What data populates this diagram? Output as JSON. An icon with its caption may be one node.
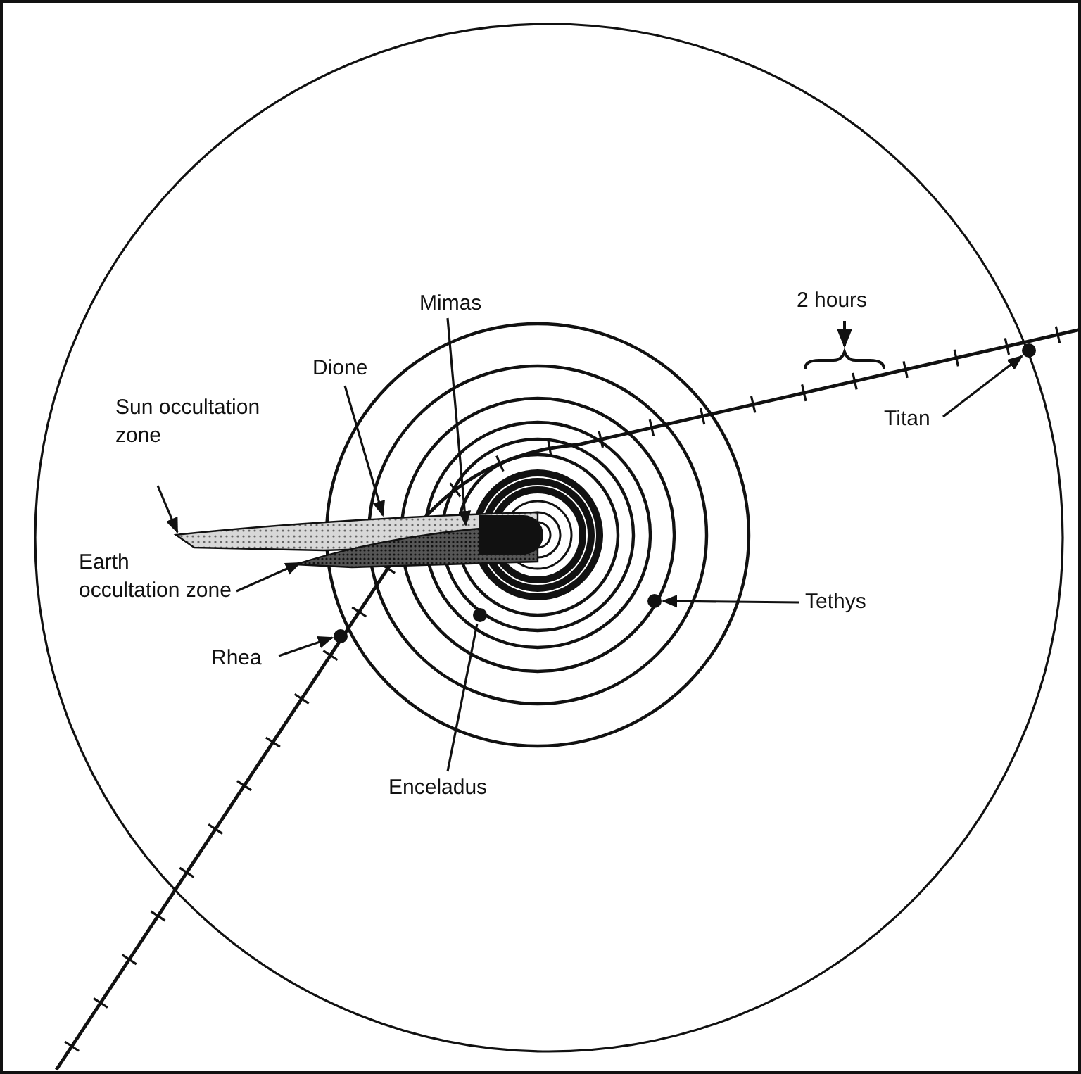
{
  "diagram": {
    "nodes": [
      {
        "text": [
          "Mimas"
        ]
      },
      {
        "text": [
          "Dione"
        ]
      },
      {
        "text": [
          "Sun occultation zone"
        ]
      },
      {
        "text": [
          "Earth occultation zone"
        ]
      },
      {
        "text": [
          "Rhea"
        ]
      },
      {
        "text": [
          "Enceladus"
        ]
      },
      {
        "text": [
          "Tethys"
        ]
      },
      {
        "text": [
          "Titan"
        ]
      },
      {
        "text": [],
        "shape": "wedge"
      },
      {
        "text": [],
        "shape": "wedge"
      },
      {
        "text": [],
        "shape": "circle"
      },
      {
        "text": [],
        "shape": "circle"
      },
      {
        "text": [],
        "shape": "circle"
      },
      {
        "text": [],
        "shape": "circle"
      }
    ],
    "edges": [
      {
        "from": 0,
        "to": 9,
        "arrow": "to"
      },
      {
        "from": 1,
        "to": 8,
        "arrow": "to"
      },
      {
        "from": 2,
        "to": 8,
        "arrow": "to"
      },
      {
        "from": 3,
        "to": 9,
        "arrow": "to"
      },
      {
        "from": 4,
        "to": 10,
        "arrow": "to"
      },
      {
        "from": 5,
        "to": 11,
        "arrow": "none"
      },
      {
        "from": 6,
        "to": 12,
        "arrow": "to"
      },
      {
        "from": 7,
        "to": 13,
        "arrow": "to"
      }
    ],
    "labels": [
      "2 hours"
    ]
  }
}
